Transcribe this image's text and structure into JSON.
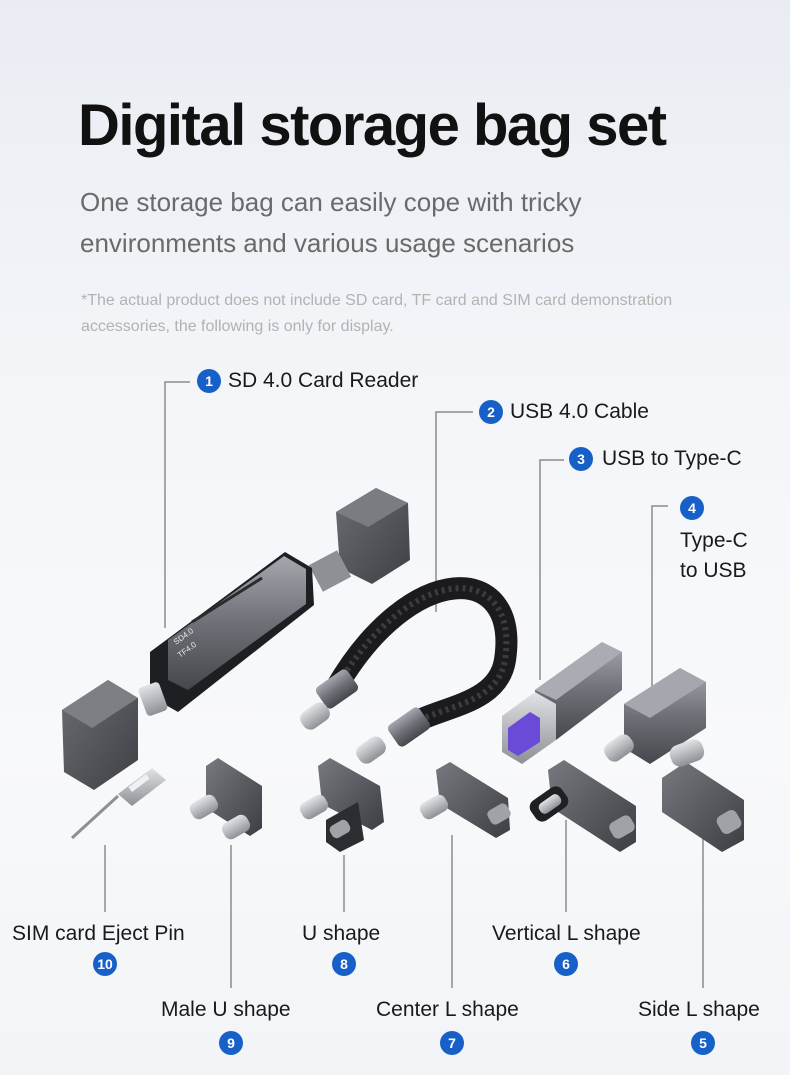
{
  "header": {
    "title": "Digital storage bag set",
    "subtitle_line1": "One storage bag can easily cope with tricky",
    "subtitle_line2": "environments and various usage scenarios",
    "note_line1": "*The actual product does not include SD card, TF card and SIM card demonstration",
    "note_line2": "accessories, the following is only for display."
  },
  "items": [
    {
      "num": "1",
      "label": "SD 4.0 Card Reader"
    },
    {
      "num": "2",
      "label": "USB 4.0 Cable"
    },
    {
      "num": "3",
      "label": "USB to Type-C"
    },
    {
      "num": "4",
      "label_line1": "Type-C",
      "label_line2": "to USB"
    },
    {
      "num": "5",
      "label": "Side L shape"
    },
    {
      "num": "6",
      "label": "Vertical L shape"
    },
    {
      "num": "7",
      "label": "Center L shape"
    },
    {
      "num": "8",
      "label": "U shape"
    },
    {
      "num": "9",
      "label": "Male U shape"
    },
    {
      "num": "10",
      "label": "SIM card Eject Pin"
    }
  ],
  "reader_slot_labels": {
    "sd": "SD4.0",
    "tf": "TF4.0"
  },
  "colors": {
    "badge": "#1660c8",
    "metal": "#6d7076",
    "dark": "#1e1f22",
    "usb_port": "#6a4bd8"
  }
}
